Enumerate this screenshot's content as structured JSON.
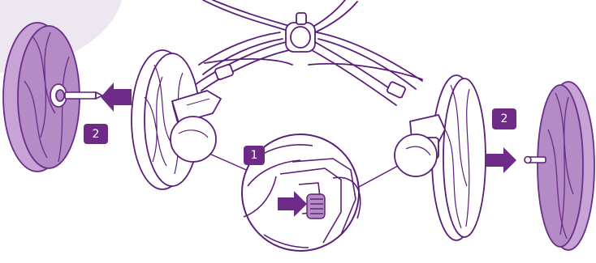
{
  "steps": [
    {
      "label": "2"
    },
    {
      "label": "1"
    },
    {
      "label": "2"
    }
  ],
  "colors": {
    "purple_fill": "#b48bc4",
    "purple_line": "#6a2d88",
    "badge": "#6d2b86",
    "arrow": "#6e2c88",
    "corner_shade": "#ece7f1"
  },
  "icons": {
    "left_arrow": "arrow-left-icon",
    "right_arrow": "arrow-right-icon",
    "press_arrow": "arrow-right-icon"
  }
}
